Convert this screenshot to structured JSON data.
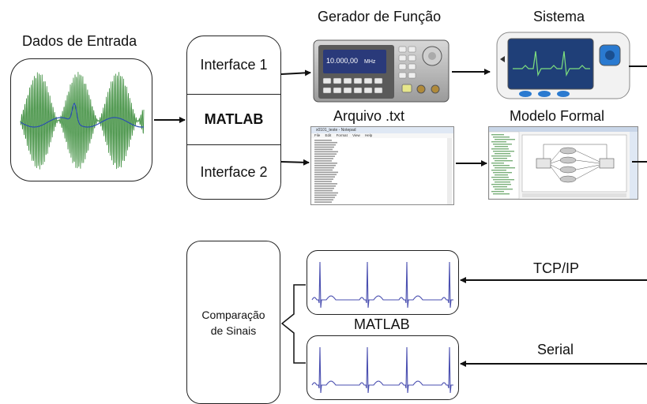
{
  "labels": {
    "input_data": "Dados de Entrada",
    "function_generator": "Gerador de Função",
    "system": "Sistema",
    "txt_file": "Arquivo .txt",
    "formal_model": "Modelo Formal",
    "matlab_bottom": "MATLAB",
    "tcp_ip": "TCP/IP",
    "serial": "Serial"
  },
  "interface_box": {
    "items": [
      "Interface 1",
      "MATLAB",
      "Interface 2"
    ]
  },
  "comparison_box": {
    "line1": "Comparação",
    "line2": "de Sinais"
  },
  "function_generator_device": {
    "display_value": "10.000,00",
    "display_unit": "MHz"
  },
  "notepad_window": {
    "title": "x0101_teste - Notepad",
    "menu": [
      "File",
      "Edit",
      "Format",
      "View",
      "Help"
    ]
  },
  "colors": {
    "stroke": "#111111",
    "ecg_trace": "#4a4fb0",
    "input_signal_green": "#3a8c3a",
    "input_signal_blue": "#2b4fb0",
    "device_screen": "#1f3f78"
  }
}
